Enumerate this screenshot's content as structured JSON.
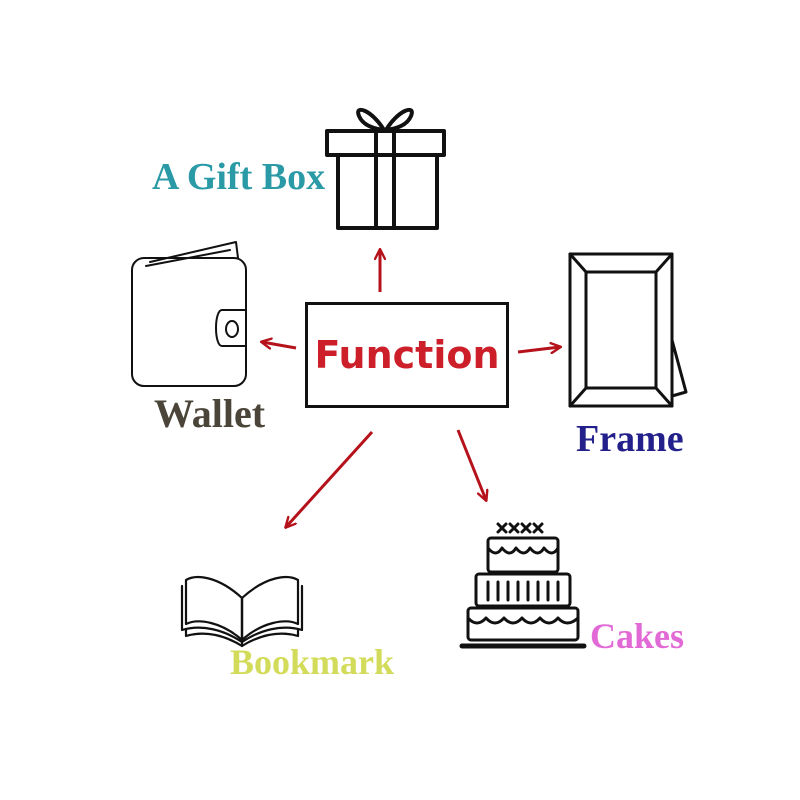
{
  "center": {
    "label": "Function",
    "color": "#cc1f2a"
  },
  "arrow_color": "#b5121b",
  "items": {
    "gift": {
      "label": "A Gift Box",
      "color": "#2a9aa6",
      "icon": "gift-box-icon"
    },
    "wallet": {
      "label": "Wallet",
      "color": "#4a4538",
      "icon": "wallet-icon"
    },
    "frame": {
      "label": "Frame",
      "color": "#23208c",
      "icon": "picture-frame-icon"
    },
    "bookmark": {
      "label": "Bookmark",
      "color": "#d3dc5a",
      "icon": "open-book-icon"
    },
    "cakes": {
      "label": "Cakes",
      "color": "#e26ad6",
      "icon": "cake-icon"
    }
  }
}
